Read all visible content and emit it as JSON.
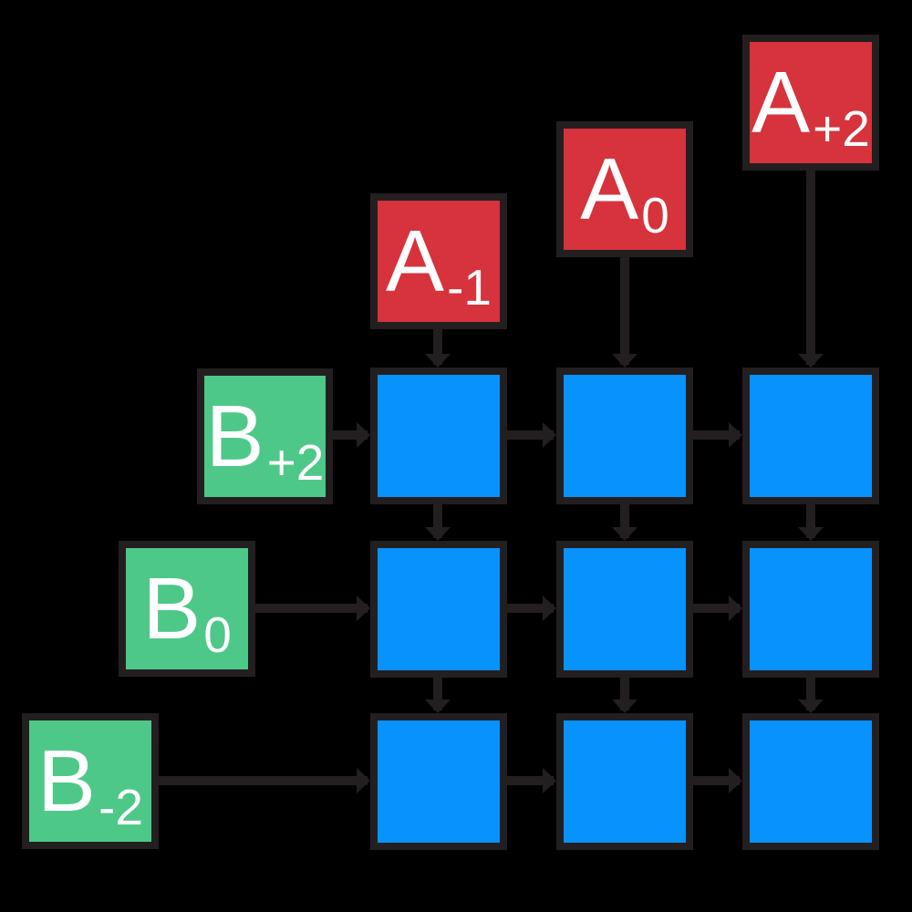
{
  "palette": {
    "background": "#000000",
    "stroke": "#231F20",
    "a_fill": "#D6333C",
    "b_fill": "#4EC888",
    "cell_fill": "#0892FC",
    "label_text": "#FFFFFF"
  },
  "a_inputs": [
    {
      "base": "A",
      "sub": "-1"
    },
    {
      "base": "A",
      "sub": "0"
    },
    {
      "base": "A",
      "sub": "+2"
    }
  ],
  "b_inputs": [
    {
      "base": "B",
      "sub": "+2"
    },
    {
      "base": "B",
      "sub": "0"
    },
    {
      "base": "B",
      "sub": "-2"
    }
  ],
  "grid": {
    "rows": 3,
    "cols": 3
  },
  "edges": [
    {
      "from": "A-1",
      "to": "cell-r1-c1"
    },
    {
      "from": "A0",
      "to": "cell-r1-c2"
    },
    {
      "from": "A+2",
      "to": "cell-r1-c3"
    },
    {
      "from": "B+2",
      "to": "cell-r1-c1"
    },
    {
      "from": "B0",
      "to": "cell-r2-c1"
    },
    {
      "from": "B-2",
      "to": "cell-r3-c1"
    },
    {
      "from": "cell-r1-c1",
      "to": "cell-r1-c2"
    },
    {
      "from": "cell-r1-c2",
      "to": "cell-r1-c3"
    },
    {
      "from": "cell-r2-c1",
      "to": "cell-r2-c2"
    },
    {
      "from": "cell-r2-c2",
      "to": "cell-r2-c3"
    },
    {
      "from": "cell-r3-c1",
      "to": "cell-r3-c2"
    },
    {
      "from": "cell-r3-c2",
      "to": "cell-r3-c3"
    },
    {
      "from": "cell-r1-c1",
      "to": "cell-r2-c1"
    },
    {
      "from": "cell-r1-c2",
      "to": "cell-r2-c2"
    },
    {
      "from": "cell-r1-c3",
      "to": "cell-r2-c3"
    },
    {
      "from": "cell-r2-c1",
      "to": "cell-r3-c1"
    },
    {
      "from": "cell-r2-c2",
      "to": "cell-r3-c2"
    },
    {
      "from": "cell-r2-c3",
      "to": "cell-r3-c3"
    }
  ]
}
